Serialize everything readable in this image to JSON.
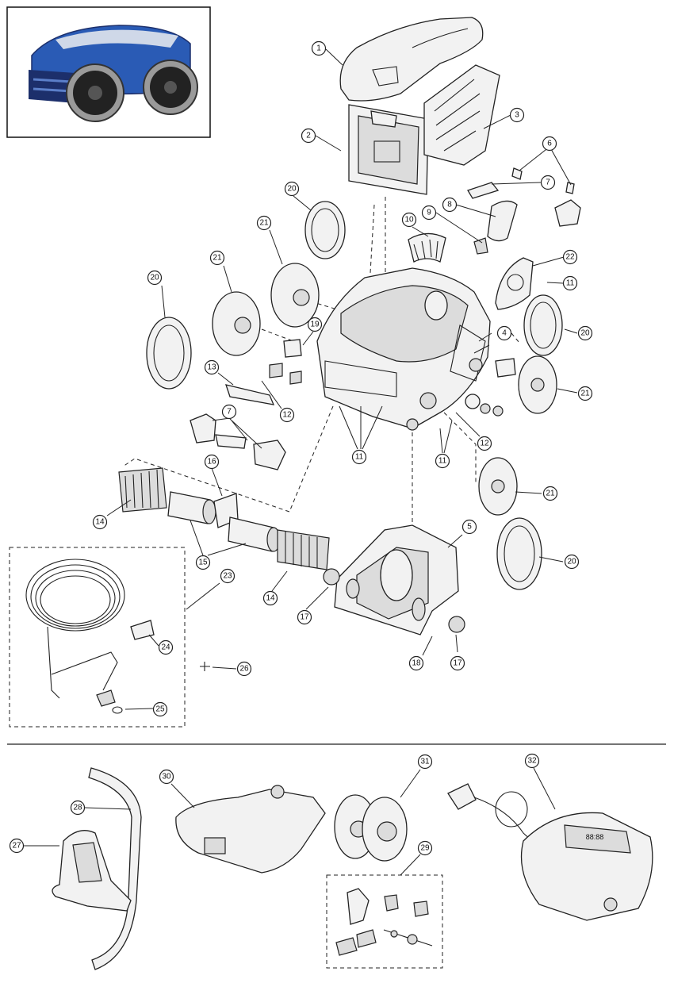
{
  "callouts": [
    {
      "id": "c1",
      "label": "1"
    },
    {
      "id": "c2",
      "label": "2"
    },
    {
      "id": "c3",
      "label": "3"
    },
    {
      "id": "c4",
      "label": "4"
    },
    {
      "id": "c5",
      "label": "5"
    },
    {
      "id": "c6",
      "label": "6"
    },
    {
      "id": "c7a",
      "label": "7"
    },
    {
      "id": "c7b",
      "label": "7"
    },
    {
      "id": "c8",
      "label": "8"
    },
    {
      "id": "c9",
      "label": "9"
    },
    {
      "id": "c10",
      "label": "10"
    },
    {
      "id": "c11a",
      "label": "11"
    },
    {
      "id": "c11b",
      "label": "11"
    },
    {
      "id": "c11c",
      "label": "11"
    },
    {
      "id": "c12a",
      "label": "12"
    },
    {
      "id": "c12b",
      "label": "12"
    },
    {
      "id": "c13",
      "label": "13"
    },
    {
      "id": "c14a",
      "label": "14"
    },
    {
      "id": "c14b",
      "label": "14"
    },
    {
      "id": "c15",
      "label": "15"
    },
    {
      "id": "c16",
      "label": "16"
    },
    {
      "id": "c17a",
      "label": "17"
    },
    {
      "id": "c17b",
      "label": "17"
    },
    {
      "id": "c18",
      "label": "18"
    },
    {
      "id": "c19",
      "label": "19"
    },
    {
      "id": "c20a",
      "label": "20"
    },
    {
      "id": "c20b",
      "label": "20"
    },
    {
      "id": "c20c",
      "label": "20"
    },
    {
      "id": "c20d",
      "label": "20"
    },
    {
      "id": "c21a",
      "label": "21"
    },
    {
      "id": "c21b",
      "label": "21"
    },
    {
      "id": "c21c",
      "label": "21"
    },
    {
      "id": "c21d",
      "label": "21"
    },
    {
      "id": "c22",
      "label": "22"
    },
    {
      "id": "c23",
      "label": "23"
    },
    {
      "id": "c24",
      "label": "24"
    },
    {
      "id": "c25",
      "label": "25"
    },
    {
      "id": "c26",
      "label": "26"
    },
    {
      "id": "c27",
      "label": "27"
    },
    {
      "id": "c28",
      "label": "28"
    },
    {
      "id": "c29",
      "label": "29"
    },
    {
      "id": "c30",
      "label": "30"
    },
    {
      "id": "c31",
      "label": "31"
    },
    {
      "id": "c32",
      "label": "32"
    }
  ],
  "display_readout": "88:88",
  "colors": {
    "robot_blue": "#2a5bb5",
    "robot_dark": "#1c2f6b",
    "line": "#222222"
  }
}
